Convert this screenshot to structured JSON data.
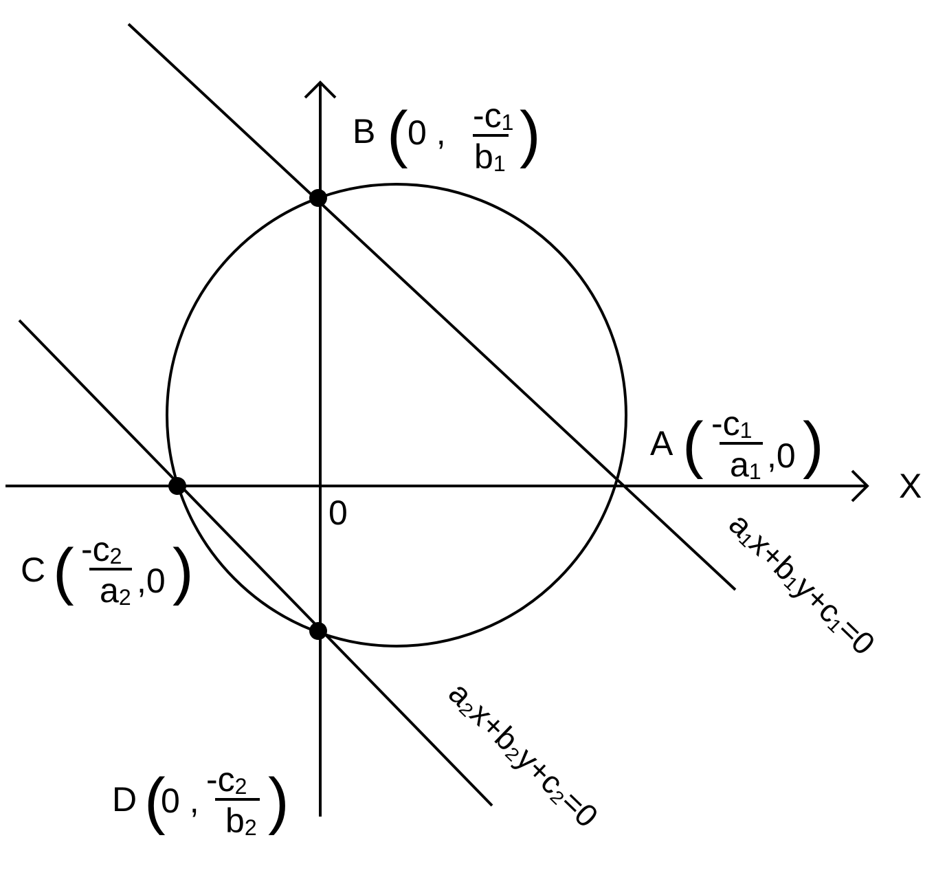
{
  "axes": {
    "x_label": "X",
    "origin_label": "0"
  },
  "points": {
    "A": {
      "letter": "A",
      "open": "(",
      "close": ")",
      "num": "-c",
      "num_sub": "1",
      "den": "a",
      "den_sub": "1",
      "coord": ",0"
    },
    "B": {
      "letter": "B",
      "open": "(",
      "close": ")",
      "coord": "0 ,",
      "num": "-c",
      "num_sub": "1",
      "den": "b",
      "den_sub": "1"
    },
    "C": {
      "letter": "C",
      "open": "(",
      "close": ")",
      "num": "-c",
      "num_sub": "2",
      "den": "a",
      "den_sub": "2",
      "coord": ",0"
    },
    "D": {
      "letter": "D",
      "open": "(",
      "close": ")",
      "coord": "0 ,",
      "num": "-c",
      "num_sub": "2",
      "den": "b",
      "den_sub": "2"
    }
  },
  "lines": {
    "line1": {
      "label": "a₁x+b₁y+c₁=0"
    },
    "line2": {
      "label": "a₂x+b₂y+c₂=0"
    }
  },
  "colors": {
    "stroke": "#000000",
    "background": "#ffffff"
  }
}
